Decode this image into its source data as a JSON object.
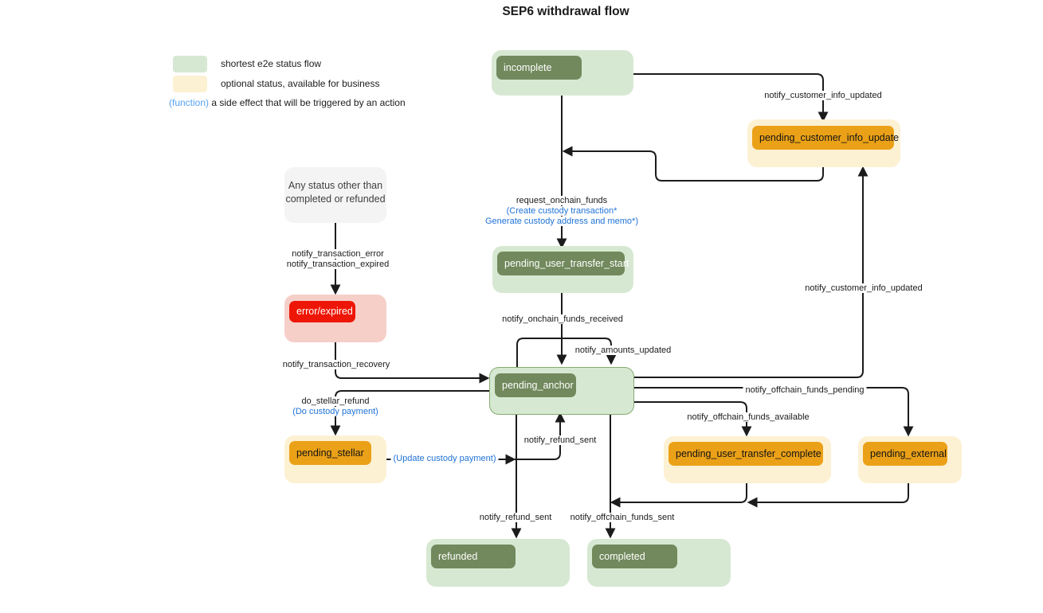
{
  "title": "SEP6 withdrawal flow",
  "legend": {
    "green_label": "shortest e2e status flow",
    "yellow_label": "optional status, available for business",
    "function_word": "(function)",
    "function_desc": "a side effect that will be triggered by an action"
  },
  "colors": {
    "green_container": "#d7e8d2",
    "green_inner": "#71895c",
    "cream_container": "#fdf1d3",
    "orange_inner": "#eba117",
    "pink_container": "#f6cfc9",
    "red_inner": "#ee1606",
    "gray_box": "#f4f4f5",
    "anchor_border": "#85ac70",
    "function_blue": "#1f72d6",
    "legend_function_blue": "#58a2f2",
    "edge_line": "#1b1b1b"
  },
  "nodes": {
    "incomplete": {
      "label": "incomplete"
    },
    "pending_customer_info_update": {
      "label": "pending_customer_info_update"
    },
    "any_status": {
      "line1": "Any status other than",
      "line2": "completed or refunded"
    },
    "error_expired": {
      "label": "error/expired"
    },
    "pending_user_transfer_start": {
      "label": "pending_user_transfer_start"
    },
    "pending_anchor": {
      "label": "pending_anchor"
    },
    "pending_stellar": {
      "label": "pending_stellar"
    },
    "pending_user_transfer_complete": {
      "label": "pending_user_transfer_complete"
    },
    "pending_external": {
      "label": "pending_external"
    },
    "refunded": {
      "label": "refunded"
    },
    "completed": {
      "label": "completed"
    }
  },
  "edge_labels": {
    "notify_customer_info_updated_top": "notify_customer_info_updated",
    "request_onchain_funds": "request_onchain_funds",
    "create_custody_transaction": "(Create custody transaction*",
    "generate_custody_address": "Generate custody address and memo*)",
    "notify_transaction_error": "notify_transaction_error",
    "notify_transaction_expired": "notify_transaction_expired",
    "notify_onchain_funds_received": "notify_onchain_funds_received",
    "notify_amounts_updated": "notify_amounts_updated",
    "notify_transaction_recovery": "notify_transaction_recovery",
    "do_stellar_refund": "do_stellar_refund",
    "do_custody_payment": "(Do custody payment)",
    "update_custody_payment": "(Update custody payment)",
    "notify_refund_sent_loop": "notify_refund_sent",
    "notify_refund_sent_down": "notify_refund_sent",
    "notify_offchain_funds_sent": "notify_offchain_funds_sent",
    "notify_customer_info_updated_right": "notify_customer_info_updated",
    "notify_offchain_funds_pending": "notify_offchain_funds_pending",
    "notify_offchain_funds_available": "notify_offchain_funds_available"
  }
}
